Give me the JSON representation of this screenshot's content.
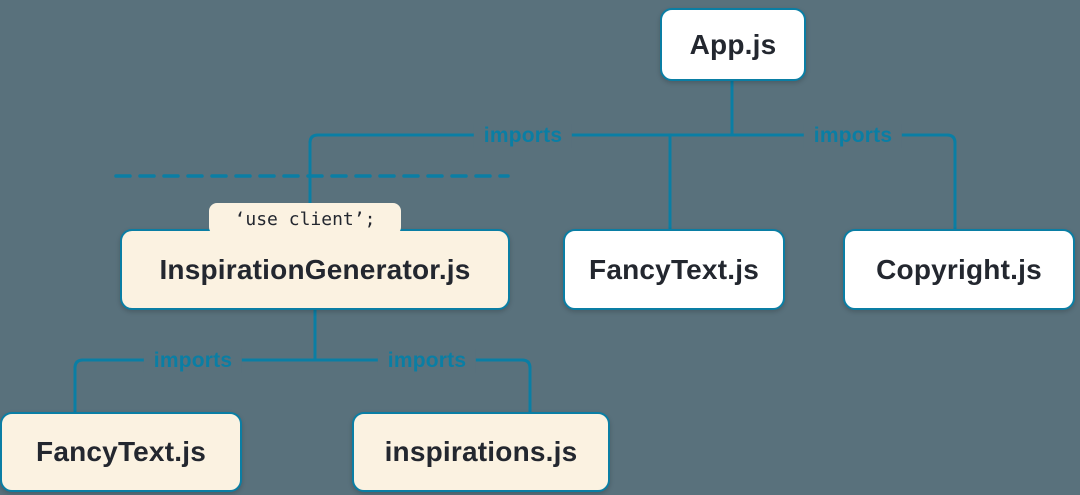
{
  "colors": {
    "bg": "#59717c",
    "line": "#0a7ea4",
    "label-blue": "#0a7ea4",
    "box-border": "#0a7ea4",
    "box-white-bg": "#ffffff",
    "box-cream-bg": "#fbf2e1",
    "text-dark": "#23272f"
  },
  "nodes": {
    "app": {
      "label": "App.js"
    },
    "inspiration_generator": {
      "label": "InspirationGenerator.js",
      "directive": "‘use client’;"
    },
    "fancy_text_server": {
      "label": "FancyText.js"
    },
    "copyright": {
      "label": "Copyright.js"
    },
    "fancy_text_client": {
      "label": "FancyText.js"
    },
    "inspirations": {
      "label": "inspirations.js"
    }
  },
  "edges": {
    "app_to_inspiration_generator": "imports",
    "app_to_copyright": "imports",
    "generator_to_fancy_text": "imports",
    "generator_to_inspirations": "imports"
  }
}
